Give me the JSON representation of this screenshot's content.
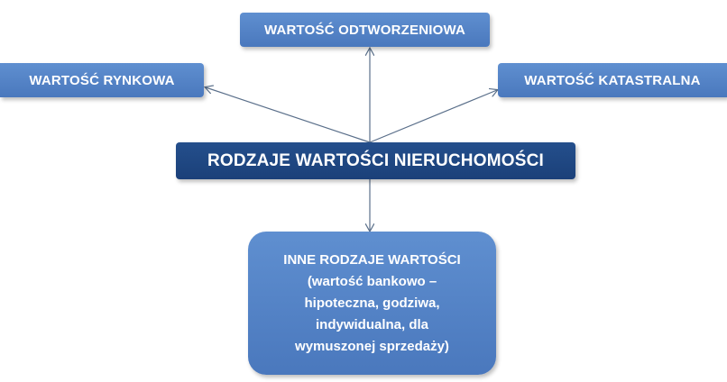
{
  "diagram": {
    "center": "RODZAJE WARTOŚCI NIERUCHOMOŚCI",
    "top": "WARTOŚĆ ODTWORZENIOWA",
    "left": "WARTOŚĆ RYNKOWA",
    "right": "WARTOŚĆ KATASTRALNA",
    "bottom_lines": [
      "INNE RODZAJE WARTOŚCI",
      "(wartość bankowo –",
      "hipoteczna, godziwa,",
      "indywidualna, dla",
      "wymuszonej sprzedaży)"
    ]
  },
  "colors": {
    "box_light": "#4f7fc3",
    "box_dark": "#1f4682",
    "connector": "#5a6f8a"
  }
}
